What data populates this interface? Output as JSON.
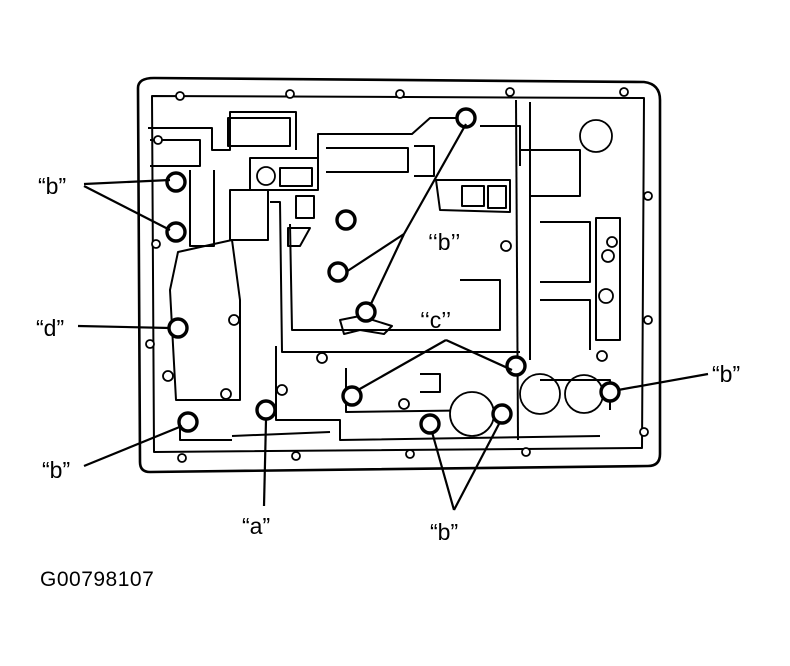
{
  "labels": {
    "b_top_left": "“b”",
    "d_left": "“d”",
    "b_bottom_left": "“b”",
    "a_bottom": "“a”",
    "b_center": "‘‘b’’",
    "c_center": "‘‘c’’",
    "b_right": "“b”",
    "b_bottom_center": "“b”"
  },
  "figure_code": "G00798107"
}
